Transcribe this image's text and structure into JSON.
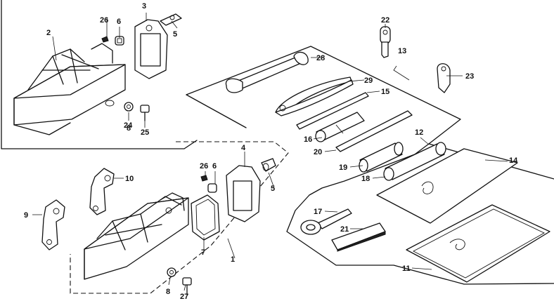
{
  "labels": {
    "l1": "1",
    "l2": "2",
    "l3": "3",
    "l4": "4",
    "l5a": "5",
    "l5b": "5",
    "l6a": "6",
    "l6b": "6",
    "l7": "7",
    "l8a": "8",
    "l8b": "8",
    "l9": "9",
    "l10": "10",
    "l11": "11",
    "l12": "12",
    "l13": "13",
    "l14": "14",
    "l15": "15",
    "l16": "16",
    "l17": "17",
    "l18": "18",
    "l19": "19",
    "l20": "20",
    "l21": "21",
    "l22": "22",
    "l23": "23",
    "l24": "24",
    "l25": "25",
    "l26a": "26",
    "l26b": "26",
    "l27": "27",
    "l28": "28",
    "l29": "29"
  }
}
